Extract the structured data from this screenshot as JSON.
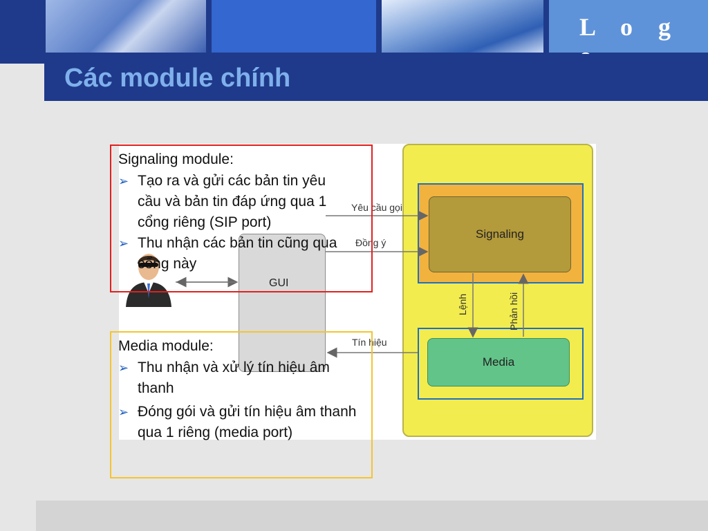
{
  "header": {
    "logo": "L o g o",
    "title": "Các module chính"
  },
  "diagram": {
    "gui_label": "GUI",
    "signaling_label": "Signaling",
    "media_label": "Media",
    "edges": {
      "request_call": "Yêu cầu gọi",
      "accept": "Đồng ý",
      "command": "Lệnh",
      "response": "Phản hồi",
      "signal": "Tín hiệu"
    },
    "colors": {
      "system_fill": "#f2ec4f",
      "signaling_frame_fill": "#f2b23e",
      "signaling_box": "#b39a3a",
      "media_box": "#62c489",
      "frame_border": "#1f6fc1"
    }
  },
  "signaling_box": {
    "heading": "Signaling module:",
    "bullets": [
      "Tạo ra và gửi các bản tin yêu cầu và bản tin đáp ứng qua 1 cổng riêng (SIP port)",
      "Thu nhận các bản tin cũng qua cổng này"
    ]
  },
  "media_box": {
    "heading": "Media module:",
    "bullets": [
      "Thu nhận và xử lý tín hiệu âm thanh",
      "Đóng gói và gửi tín hiệu âm thanh qua 1 riêng (media port)"
    ]
  },
  "icons": {
    "bullet": "arrowhead-bullet-icon",
    "person": "user-person-icon"
  }
}
